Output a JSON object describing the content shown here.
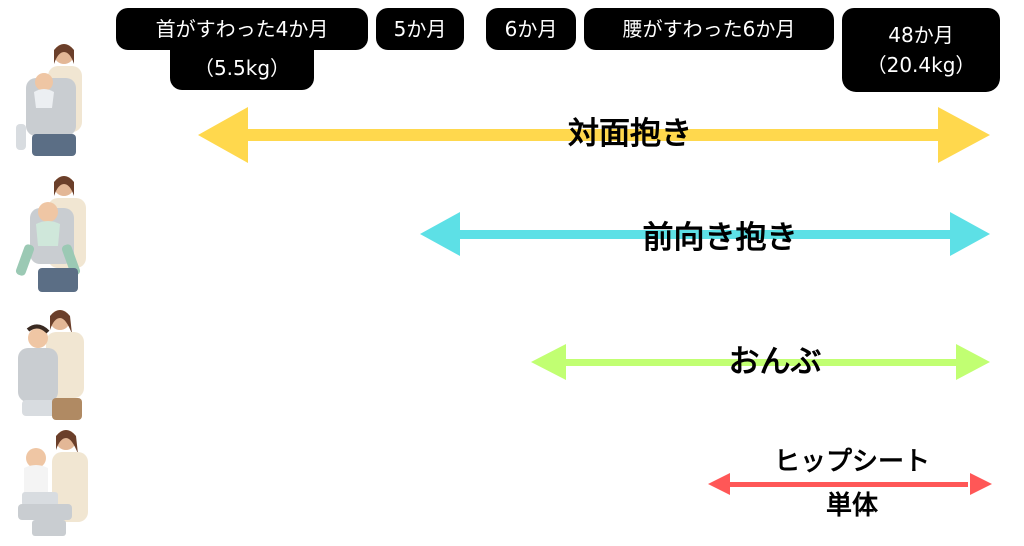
{
  "badges": [
    {
      "id": "neck",
      "line1": "首がすわった4か月",
      "line2": "（5.5kg）"
    },
    {
      "id": "m5",
      "line1": "5か月"
    },
    {
      "id": "m6",
      "line1": "6か月"
    },
    {
      "id": "waist",
      "line1": "腰がすわった6か月"
    },
    {
      "id": "m48",
      "line1": "48か月",
      "line2": "（20.4kg）"
    }
  ],
  "modes": [
    {
      "id": "front-facing-in",
      "label": "対面抱き",
      "color": "#FFD84D"
    },
    {
      "id": "front-facing-out",
      "label": "前向き抱き",
      "color": "#5DE0E6"
    },
    {
      "id": "back-carry",
      "label": "おんぶ",
      "color": "#C1FF72"
    },
    {
      "id": "hip-seat",
      "label_line1": "ヒップシート",
      "label_line2": "単体",
      "color": "#FF5757"
    }
  ],
  "figures": [
    {
      "icon": "carrier-front-in-photo"
    },
    {
      "icon": "carrier-front-out-photo"
    },
    {
      "icon": "carrier-back-photo"
    },
    {
      "icon": "carrier-hip-seat-photo"
    }
  ]
}
